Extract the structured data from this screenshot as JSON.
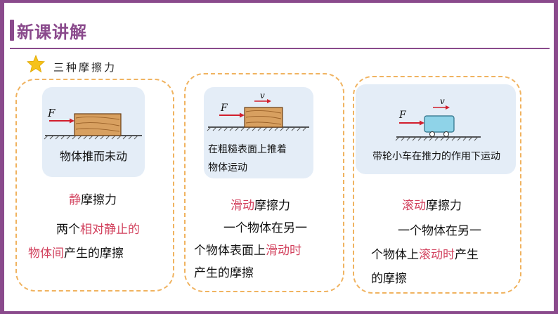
{
  "header": {
    "title": "新课讲解"
  },
  "section": {
    "subtitle": "三种摩擦力"
  },
  "labels": {
    "force": "F",
    "velocity": "v"
  },
  "cards": [
    {
      "caption": "物体推而未动",
      "name_highlight": "静",
      "name_rest": "摩擦力",
      "desc_line1_plain": "两个",
      "desc_line1_highlight": "相对静止的",
      "desc_line2_highlight": "物体间",
      "desc_line2_plain": "产生的摩擦"
    },
    {
      "caption_line1": "在粗糙表面上推着",
      "caption_line2": "物体运动",
      "name_highlight": "滑动",
      "name_rest": "摩擦力",
      "desc_line1": "一个物体在另一",
      "desc_line2_plain": "个物体表面上",
      "desc_line2_highlight": "滑动时",
      "desc_line3": "产生的摩擦"
    },
    {
      "caption": "带轮小车在推力的作用下运动",
      "name_highlight": "滚动",
      "name_rest": "摩擦力",
      "desc_line1": "一个物体在另一",
      "desc_line2_plain": "个物体上",
      "desc_line2_highlight": "滚动时",
      "desc_line2_tail": "产生",
      "desc_line3": "的摩擦"
    }
  ],
  "colors": {
    "accent": "#8a4a8c",
    "highlight": "#d2415d",
    "dashed_border": "#f0b360",
    "panel": "#e4edf7",
    "force_arrow": "#d21e2d"
  }
}
